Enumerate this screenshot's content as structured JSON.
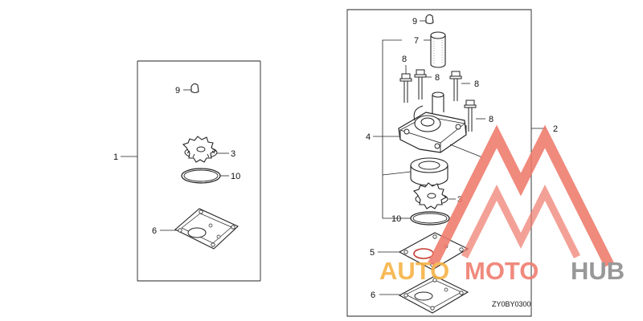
{
  "diagram_code": "ZY0BY0300",
  "callouts": {
    "left_kit": "1",
    "right_kit": "2",
    "impeller_left": "3",
    "impeller_right": "3",
    "housing": "4",
    "upper_plate": "5",
    "gasket_left": "6",
    "gasket_right": "6",
    "tube": "7",
    "bolt_a": "8",
    "bolt_b": "8",
    "bolt_c": "8",
    "bolt_d": "8",
    "grommet_left": "9",
    "grommet_right": "9",
    "oring_left": "10",
    "oring_right": "10"
  },
  "watermark": {
    "part1": "AUTO",
    "part2": "MOTO",
    "part3": "HUB",
    "color_orange": "#f6b142",
    "color_red": "#ef7a6c",
    "color_gray": "#8a8a8a"
  },
  "line_color": "#222222"
}
